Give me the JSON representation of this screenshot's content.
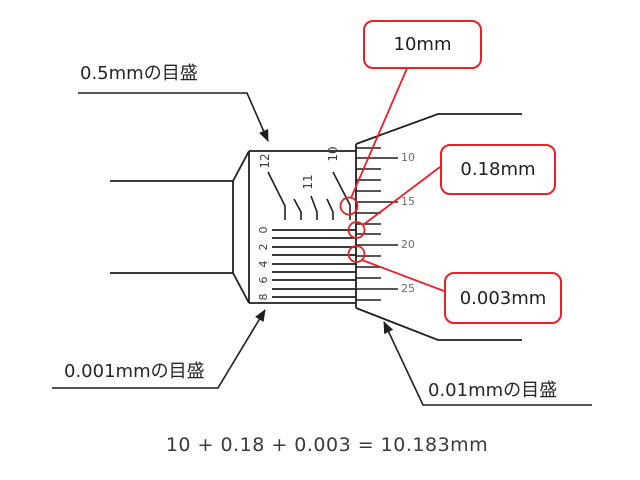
{
  "callouts": {
    "main_scale": {
      "label": "10mm"
    },
    "thimble_scale": {
      "label": "0.18mm"
    },
    "vernier_scale": {
      "label": "0.003mm"
    }
  },
  "leader_labels": {
    "half_mm": {
      "label": "0.5mmの目盛"
    },
    "thousandth_mm": {
      "label": "0.001mmの目盛"
    },
    "hundredth_mm": {
      "label": "0.01mmの目盛"
    }
  },
  "scales": {
    "sleeve_mm_numbers": [
      "12",
      "11",
      "10"
    ],
    "vernier_numbers": [
      "0",
      "2",
      "4",
      "6",
      "8"
    ],
    "thimble_numbers": [
      "10",
      "15",
      "20",
      "25"
    ]
  },
  "formula": "10 + 0.18 + 0.003 = 10.183mm",
  "colors": {
    "annotation_red": "#e8202a",
    "line_black": "#1f1f1f",
    "thimble_number_gray": "#6e6e6e",
    "text_dark": "#262626"
  }
}
